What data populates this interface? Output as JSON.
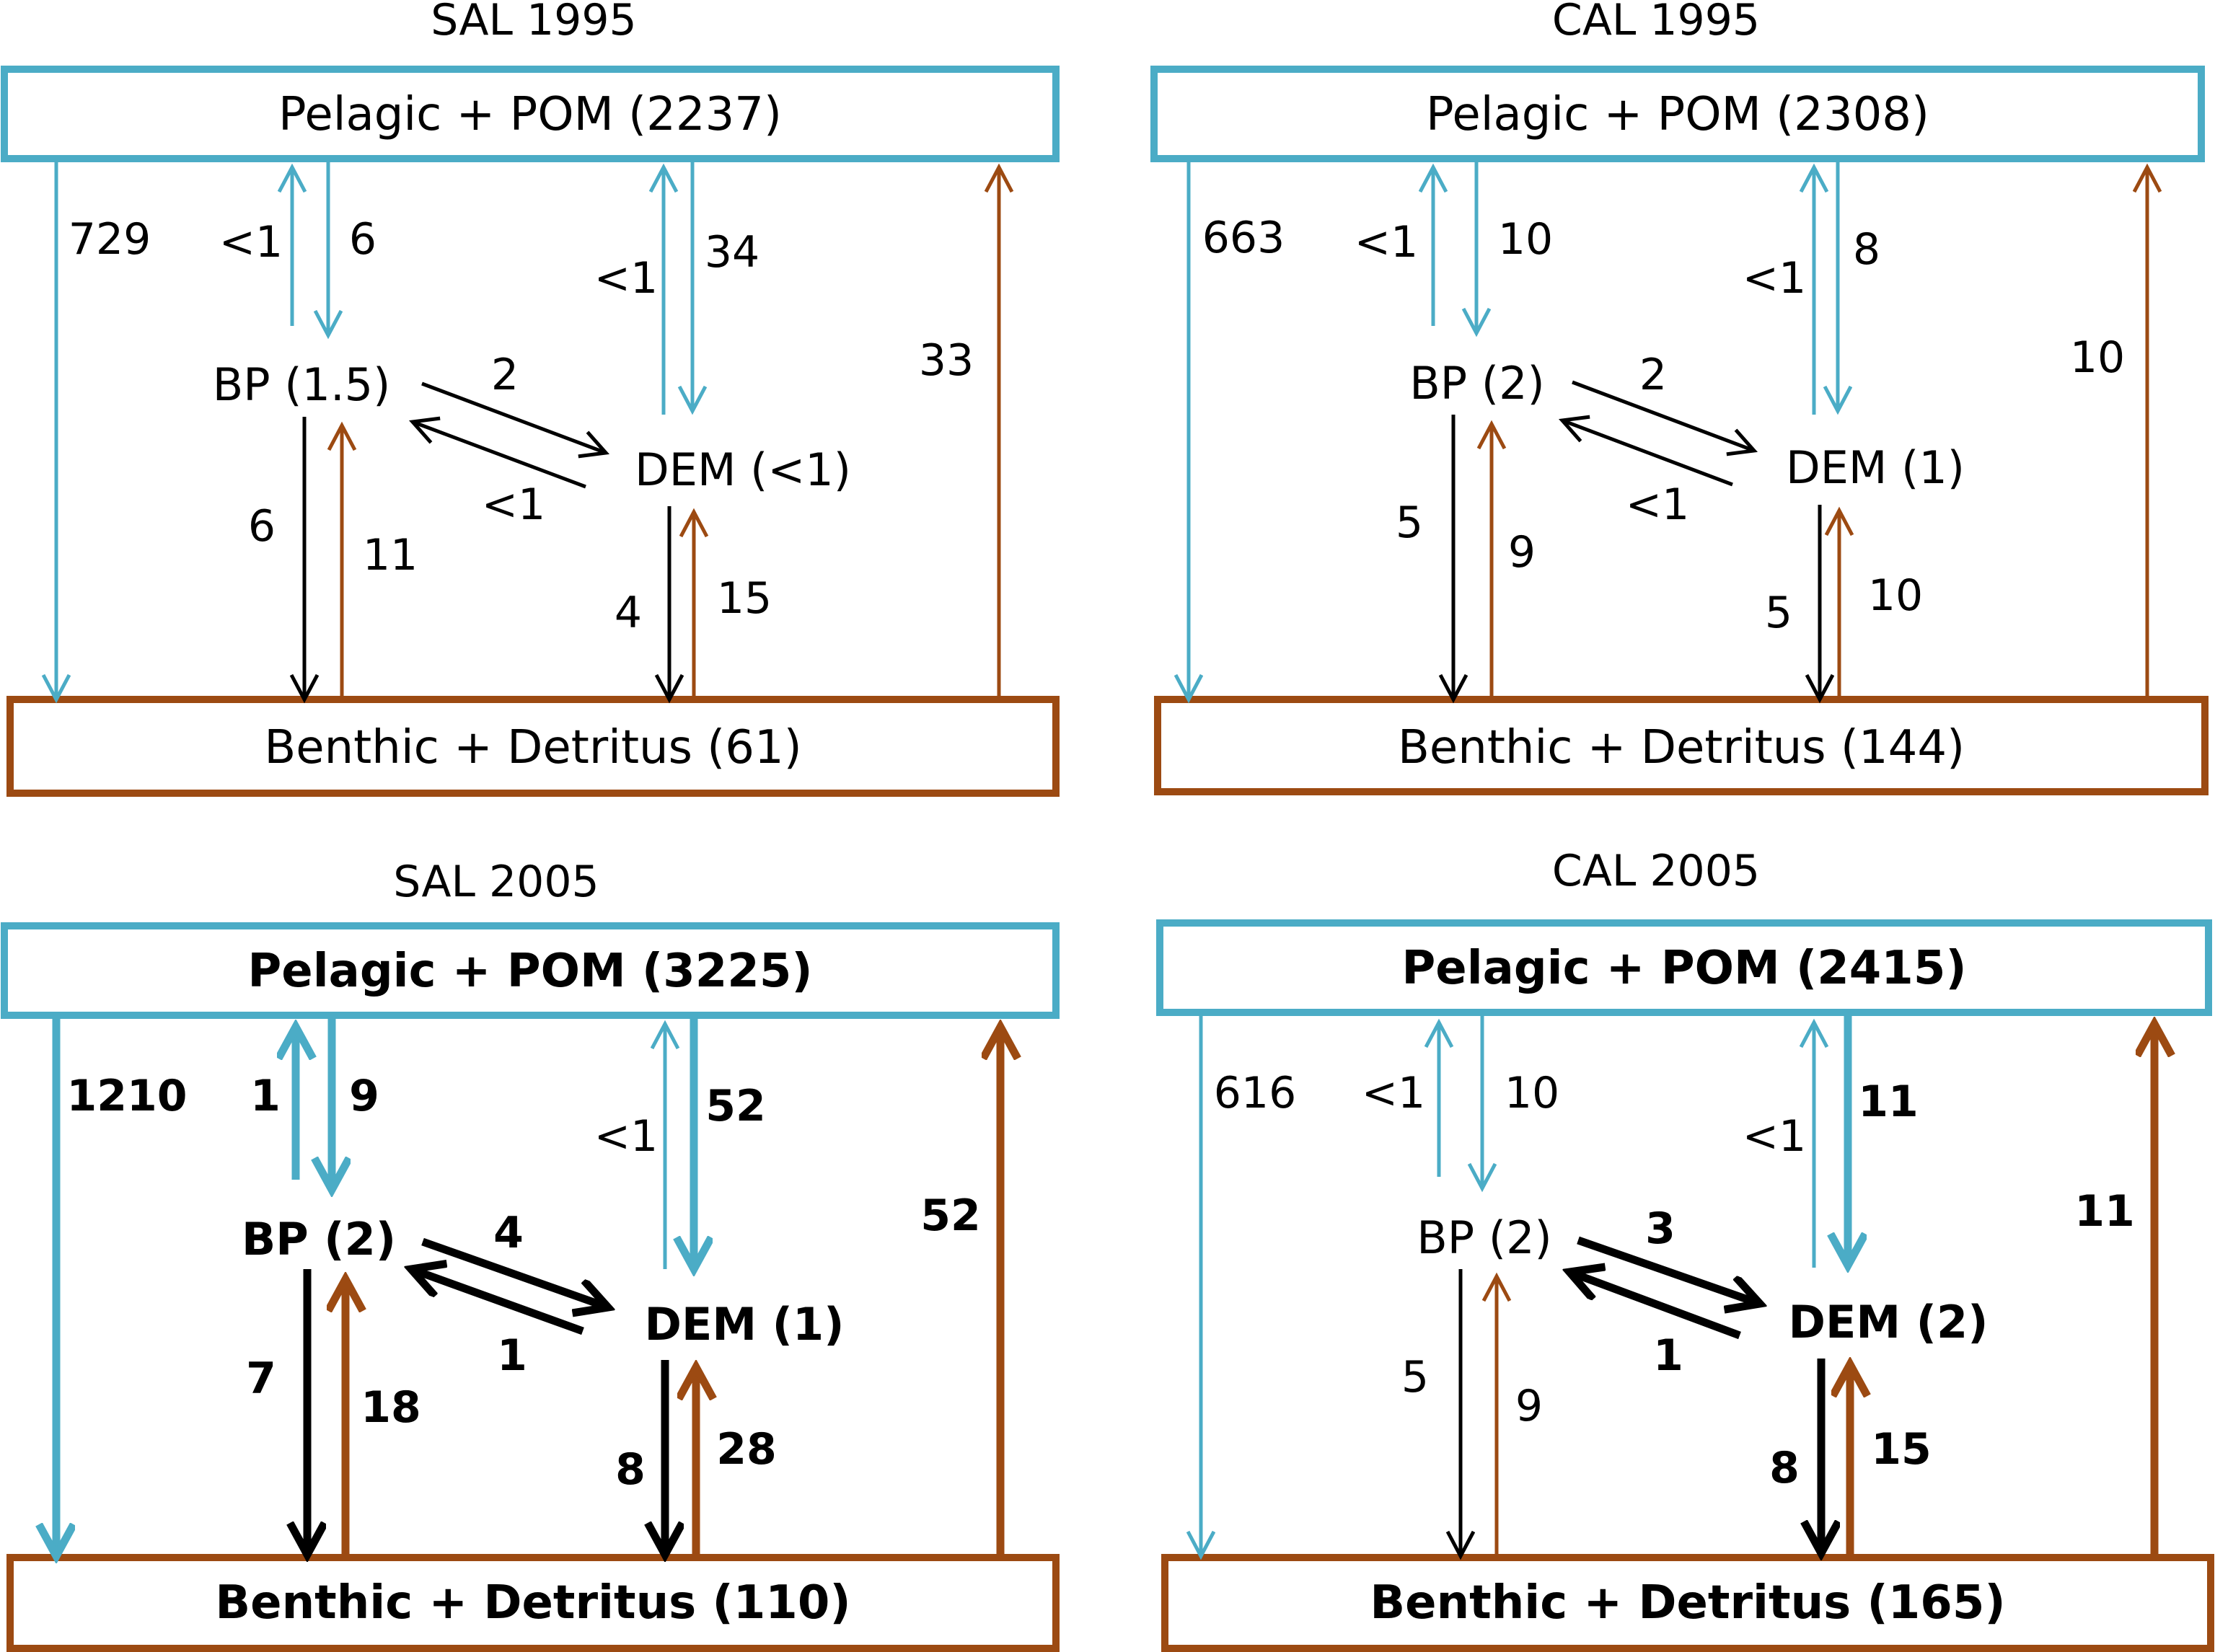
{
  "colors": {
    "pelagic": "#4bacc6",
    "benthic": "#9c4a12",
    "internal": "#000000"
  },
  "panels": [
    {
      "title": "SAL 1995",
      "pelagic_box": "Pelagic + POM (2237)",
      "benthic_box": "Benthic + Detritus (61)",
      "bp_node": "BP (1.5)",
      "dem_node": "DEM (<1)",
      "flows": {
        "pelagic_to_benthic": "729",
        "bp_to_pelagic": "<1",
        "pelagic_to_bp": "6",
        "dem_to_pelagic": "<1",
        "pelagic_to_dem": "34",
        "benthic_to_pelagic": "33",
        "bp_to_dem": "2",
        "dem_to_bp": "<1",
        "bp_to_benthic": "6",
        "benthic_to_bp": "11",
        "dem_to_benthic": "4",
        "benthic_to_dem": "15"
      }
    },
    {
      "title": "CAL 1995",
      "pelagic_box": "Pelagic + POM (2308)",
      "benthic_box": "Benthic + Detritus (144)",
      "bp_node": "BP (2)",
      "dem_node": "DEM (1)",
      "flows": {
        "pelagic_to_benthic": "663",
        "bp_to_pelagic": "<1",
        "pelagic_to_bp": "10",
        "dem_to_pelagic": "<1",
        "pelagic_to_dem": "8",
        "benthic_to_pelagic": "10",
        "bp_to_dem": "2",
        "dem_to_bp": "<1",
        "bp_to_benthic": "5",
        "benthic_to_bp": "9",
        "dem_to_benthic": "5",
        "benthic_to_dem": "10"
      }
    },
    {
      "title": "SAL 2005",
      "pelagic_box": "Pelagic + POM (3225)",
      "benthic_box": "Benthic + Detritus (110)",
      "bp_node": "BP (2)",
      "dem_node": "DEM (1)",
      "flows": {
        "pelagic_to_benthic": "1210",
        "bp_to_pelagic": "1",
        "pelagic_to_bp": "9",
        "dem_to_pelagic": "<1",
        "pelagic_to_dem": "52",
        "benthic_to_pelagic": "52",
        "bp_to_dem": "4",
        "dem_to_bp": "1",
        "bp_to_benthic": "7",
        "benthic_to_bp": "18",
        "dem_to_benthic": "8",
        "benthic_to_dem": "28"
      }
    },
    {
      "title": "CAL 2005",
      "pelagic_box": "Pelagic + POM (2415)",
      "benthic_box": "Benthic + Detritus (165)",
      "bp_node": "BP (2)",
      "dem_node": "DEM (2)",
      "flows": {
        "pelagic_to_benthic": "616",
        "bp_to_pelagic": "<1",
        "pelagic_to_bp": "10",
        "dem_to_pelagic": "<1",
        "pelagic_to_dem": "11",
        "benthic_to_pelagic": "11",
        "bp_to_dem": "3",
        "dem_to_bp": "1",
        "bp_to_benthic": "5",
        "benthic_to_bp": "9",
        "dem_to_benthic": "8",
        "benthic_to_dem": "15"
      }
    }
  ]
}
